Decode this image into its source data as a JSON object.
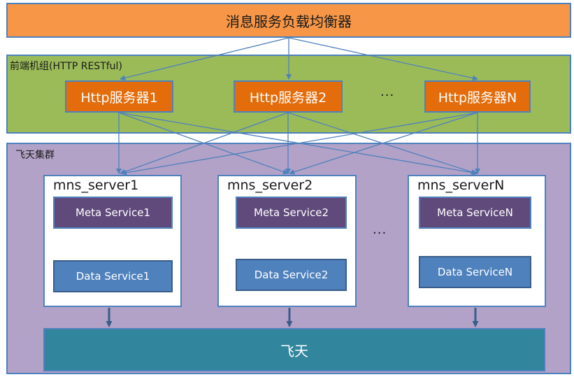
{
  "load_balancer": {
    "label": "消息服务负载均衡器"
  },
  "frontend_group": {
    "label": "前端机组(HTTP RESTful)",
    "servers": [
      "Http服务器1",
      "Http服务器2",
      "Http服务器N"
    ],
    "ellipsis": "···"
  },
  "feitian_cluster": {
    "label": "飞天集群",
    "servers": [
      {
        "name": "mns_server1",
        "meta": "Meta Service1",
        "data": "Data  Service1"
      },
      {
        "name": "mns_server2",
        "meta": "Meta Service2",
        "data": "Data Service2"
      },
      {
        "name": "mns_serverN",
        "meta": "Meta ServiceN",
        "data": "Data ServiceN"
      }
    ],
    "ellipsis": "···"
  },
  "base": {
    "label": "飞天"
  },
  "colors": {
    "load_balancer": "#F79646",
    "frontend_group": "#9BBB59",
    "http_server": "#E46C0A",
    "cluster": "#B3A2C7",
    "meta_service": "#604A7B",
    "data_service": "#4F81BD",
    "base": "#31859C",
    "connector": "#4F81BD"
  }
}
